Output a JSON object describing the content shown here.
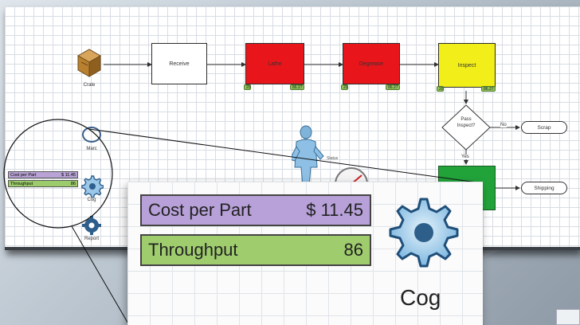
{
  "flowchart": {
    "crate_label": "Crate",
    "receive_label": "Receive",
    "lathe_label": "Lathe",
    "degrease_label": "Degrease",
    "inspect_label": "Inspect",
    "decision_label_line1": "Pass",
    "decision_label_line2": "Inspect?",
    "no_label": "No",
    "yes_label": "Yes",
    "scrap_label": "Scrap",
    "shipping_label": "Shipping",
    "status_label": "Status",
    "badges": {
      "lathe_left": "20",
      "lathe_right": "86.27",
      "degrease_left": "20",
      "degrease_right": "86.27",
      "inspect_left": "20",
      "inspect_right": "86.27"
    },
    "colors": {
      "lathe": "#e8161b",
      "degrease": "#e8161b",
      "inspect": "#f2ee1a",
      "ship_box": "#22a33a",
      "badge": "#8fc25a"
    }
  },
  "palette": {
    "items": [
      {
        "label": "Marc",
        "icon": "ring-icon"
      },
      {
        "label": "Cog",
        "icon": "cog-icon"
      },
      {
        "label": "Report",
        "icon": "gear-icon"
      }
    ]
  },
  "mini_table": {
    "cost_label": "Cost per Part",
    "cost_value": "$ 11.45",
    "throughput_label": "Throughput",
    "throughput_value": "86"
  },
  "zoom": {
    "cost_label": "Cost per Part",
    "cost_value": "$ 11.45",
    "throughput_label": "Throughput",
    "throughput_value": "86",
    "cog_label": "Cog"
  }
}
